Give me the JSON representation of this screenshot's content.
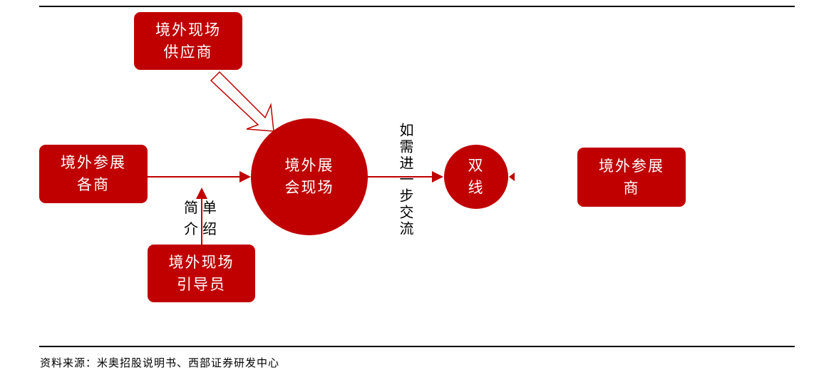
{
  "nodes": {
    "supplier": "境外现场\n供应商",
    "exhibitor_left": "境外参展\n各商",
    "venue": "境外展\n会现场",
    "guide": "境外现场\n引导员",
    "dual_line": "双\n线",
    "exhibitor_right": "境外参展\n商"
  },
  "labels": {
    "intro": "简单\n介绍",
    "further": "如需进一步交流"
  },
  "source": "资料来源：米奥招股说明书、西部证券研发中心",
  "colors": {
    "accent": "#c00000"
  }
}
